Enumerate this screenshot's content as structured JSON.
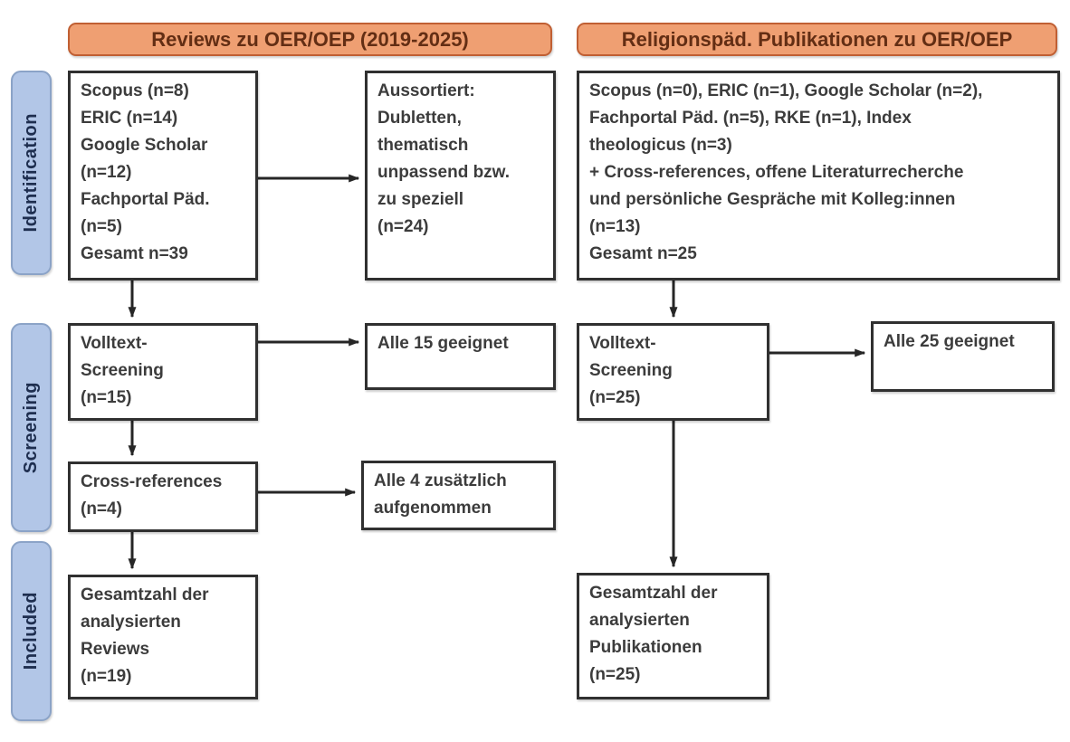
{
  "sidebar": {
    "phases": [
      {
        "label": "Identification"
      },
      {
        "label": "Screening"
      },
      {
        "label": "Included"
      }
    ]
  },
  "columns": {
    "left": {
      "header": "Reviews zu OER/OEP (2019-2025)",
      "boxes": {
        "sources": [
          "Scopus (n=8)",
          "ERIC (n=14)",
          "Google Scholar",
          "(n=12)",
          "Fachportal Päd.",
          "(n=5)",
          "Gesamt n=39"
        ],
        "excluded": [
          "Aussortiert:",
          "Dubletten,",
          "thematisch",
          "unpassend bzw.",
          "zu speziell",
          "(n=24)"
        ],
        "fulltext": [
          "Volltext-",
          "Screening",
          "(n=15)"
        ],
        "eligible": [
          "Alle 15 geeignet"
        ],
        "crossref": [
          "Cross-references",
          "(n=4)"
        ],
        "added": [
          "Alle 4 zusätzlich",
          "aufgenommen"
        ],
        "total": [
          "Gesamtzahl der",
          "analysierten",
          "Reviews",
          "(n=19)"
        ]
      }
    },
    "right": {
      "header": "Religionspäd. Publikationen zu OER/OEP",
      "boxes": {
        "sources": [
          "Scopus (n=0), ERIC (n=1), Google Scholar (n=2),",
          "Fachportal Päd. (n=5), RKE (n=1), Index",
          "theologicus (n=3)",
          "+ Cross-references, offene Literaturrecherche",
          "und persönliche Gespräche mit Kolleg:innen",
          "(n=13)",
          "Gesamt n=25"
        ],
        "fulltext": [
          "Volltext-",
          "Screening",
          "(n=25)"
        ],
        "eligible": [
          "Alle 25 geeignet"
        ],
        "total": [
          "Gesamtzahl der",
          "analysierten",
          "Publikationen",
          "(n=25)"
        ]
      }
    }
  },
  "colors": {
    "header_fill": "#EF9F72",
    "header_border": "#C05F33",
    "header_text": "#632E14",
    "phase_fill": "#B2C6E7",
    "phase_border": "#8BA3C7",
    "phase_text": "#1E2E4F",
    "box_border": "#303030",
    "box_text": "#3C3C3C",
    "arrow": "#262626"
  }
}
